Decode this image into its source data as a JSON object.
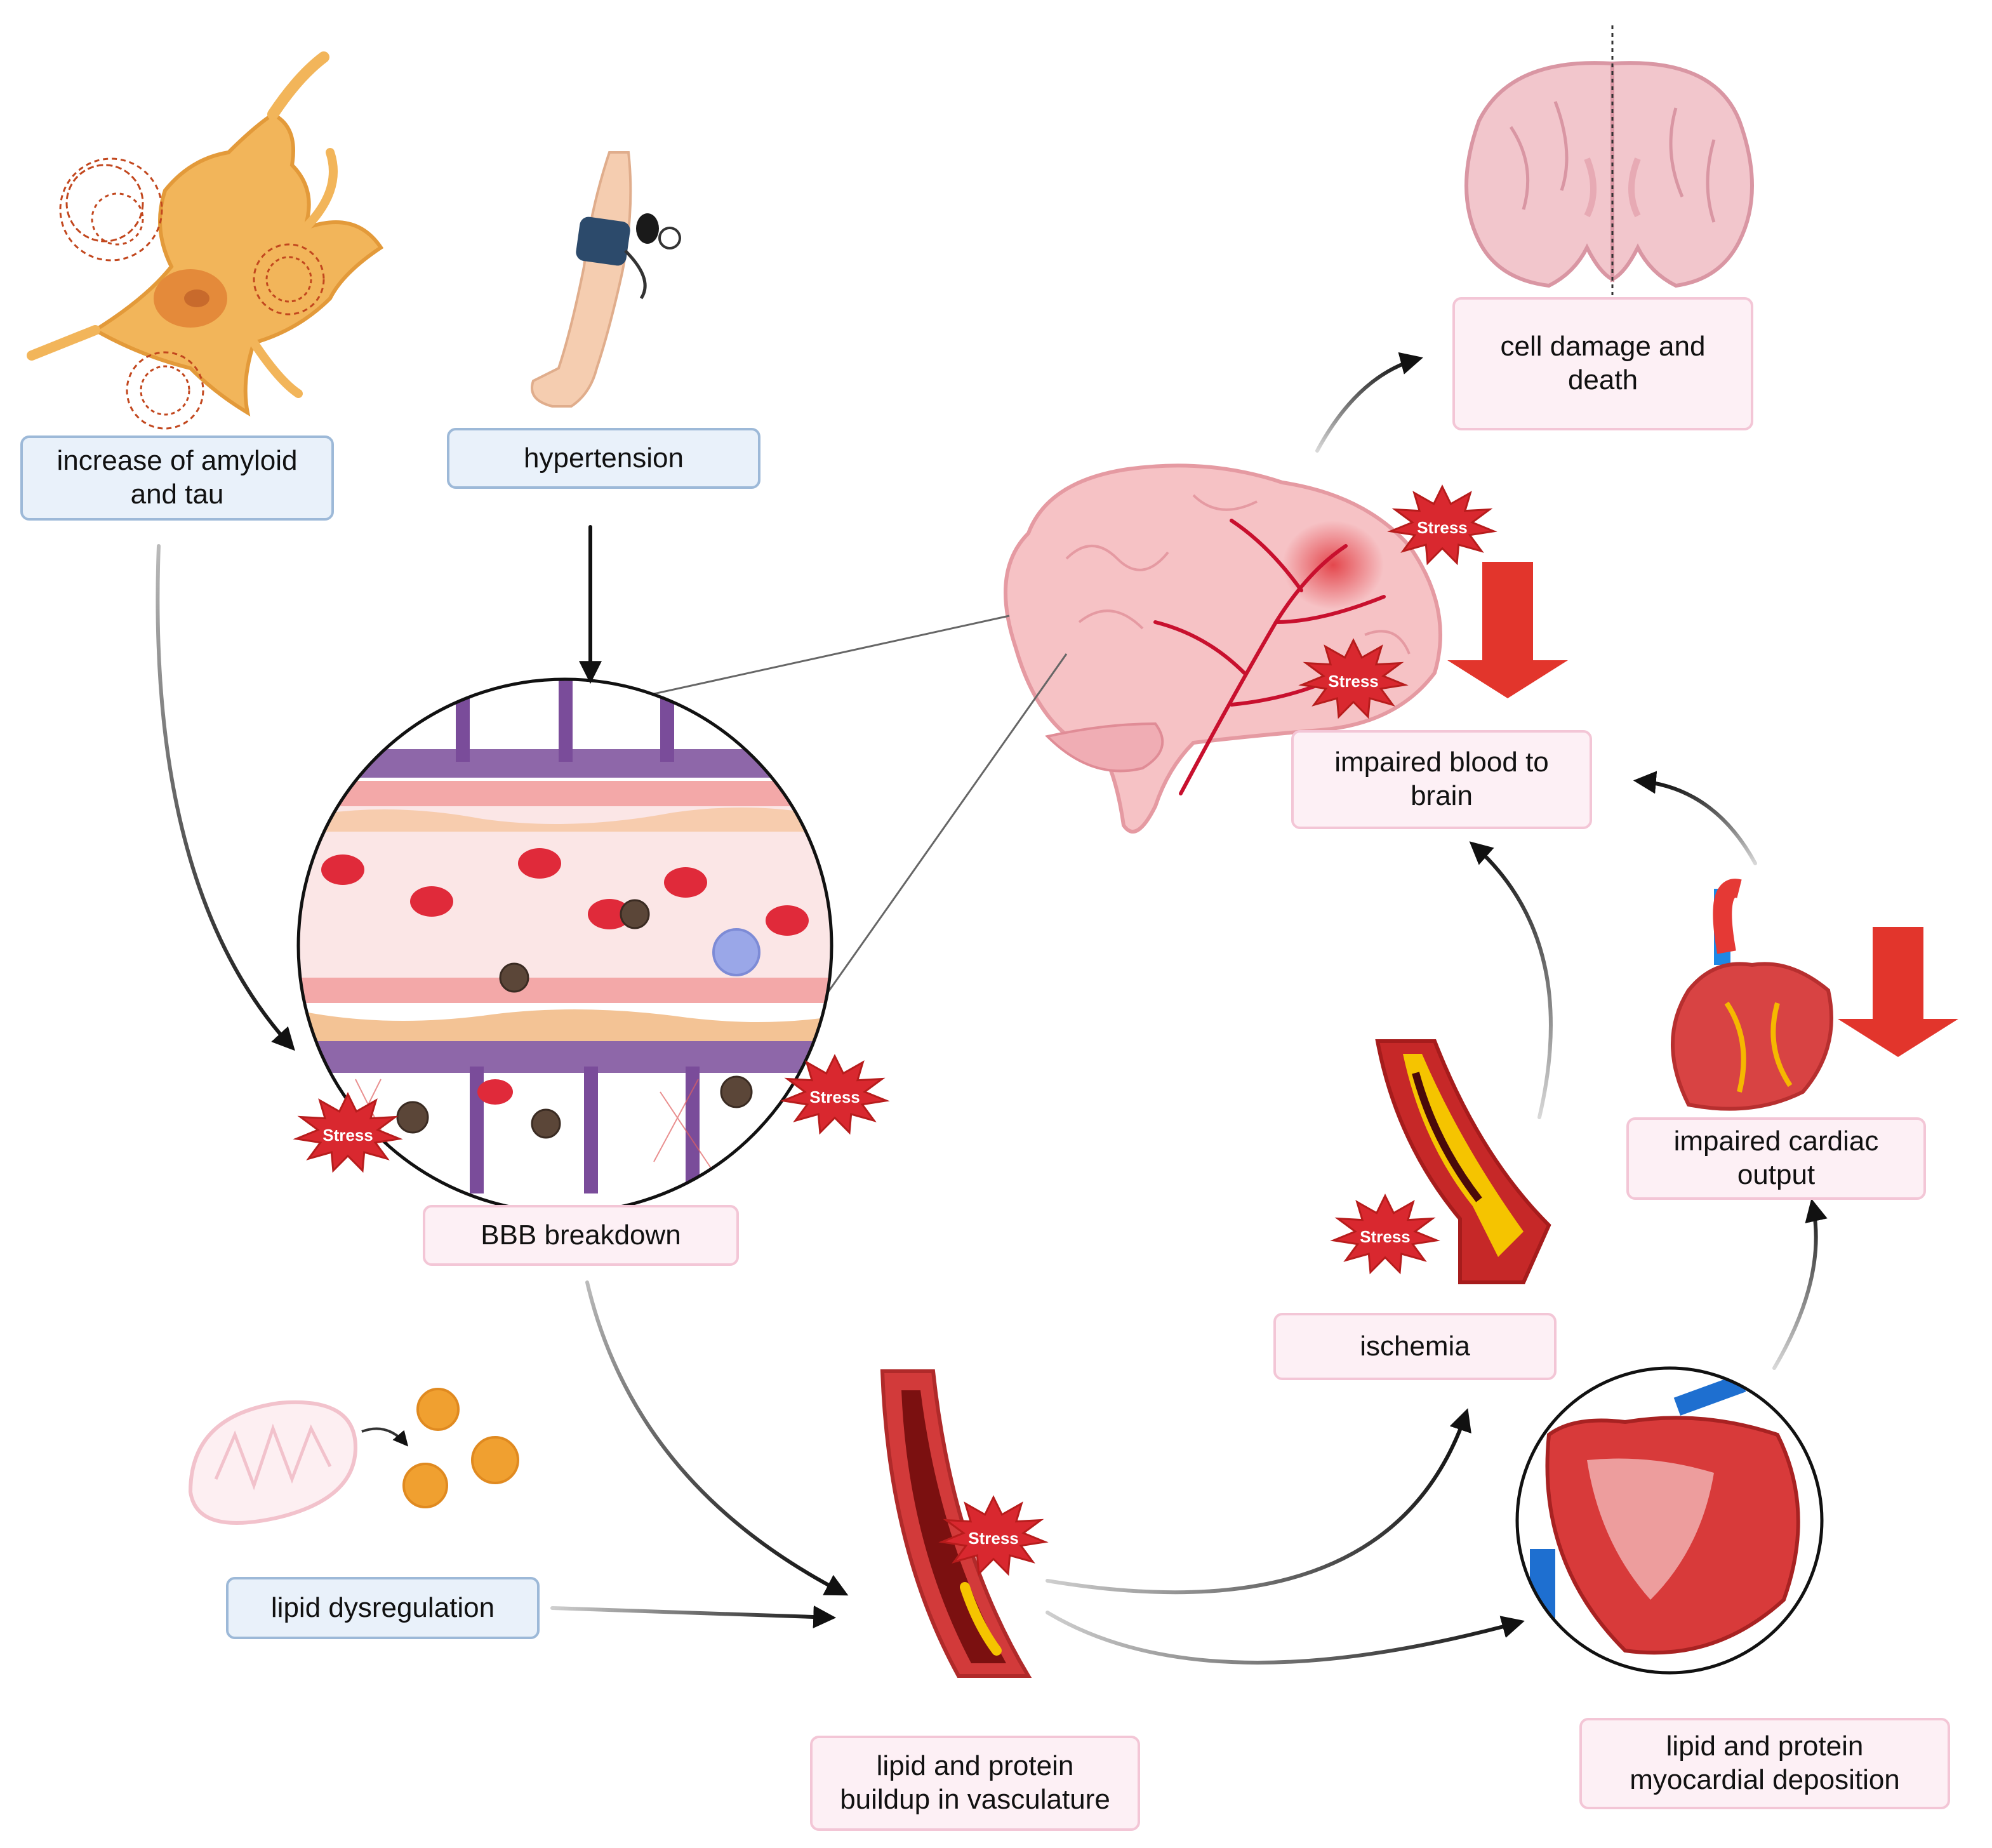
{
  "nodes": {
    "amyloid": "increase of amyloid and tau",
    "hypertension": "hypertension",
    "bbb": "BBB breakdown",
    "lipid_dysregulation": "lipid dysregulation",
    "buildup": "lipid and protein buildup in vasculature",
    "ischemia": "ischemia",
    "myocardial": "lipid and protein myocardial deposition",
    "cardiac": "impaired cardiac output",
    "blood": "impaired blood to brain",
    "cell_damage": "cell damage and death"
  },
  "stress_label": "Stress",
  "colors": {
    "blue_box": "#e9f1fa",
    "blue_border": "#9db9d8",
    "pink_box": "#fdf0f5",
    "pink_border": "#f3c6d6",
    "stress": "#d9282f",
    "decrease_arrow": "#e2352c"
  }
}
